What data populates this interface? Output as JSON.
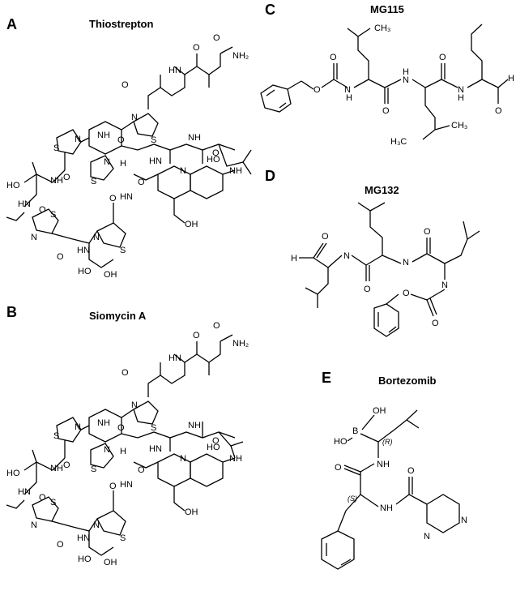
{
  "panels": [
    {
      "letter": "A",
      "title": "Thiostrepton"
    },
    {
      "letter": "B",
      "title": "Siomycin A"
    },
    {
      "letter": "C",
      "title": "MG115"
    },
    {
      "letter": "D",
      "title": "MG132"
    },
    {
      "letter": "E",
      "title": "Bortezomib"
    }
  ],
  "atoms": {
    "nh2": "NH₂",
    "nh": "NH",
    "hn": "HN",
    "n": "N",
    "o": "O",
    "s": "S",
    "h": "H",
    "oh": "OH",
    "ho": "HO",
    "ch3": "CH₃",
    "h3c": "H₃C",
    "b": "B",
    "r_label": "(R)",
    "s_label": "(S)",
    "h_wedge": "H"
  }
}
